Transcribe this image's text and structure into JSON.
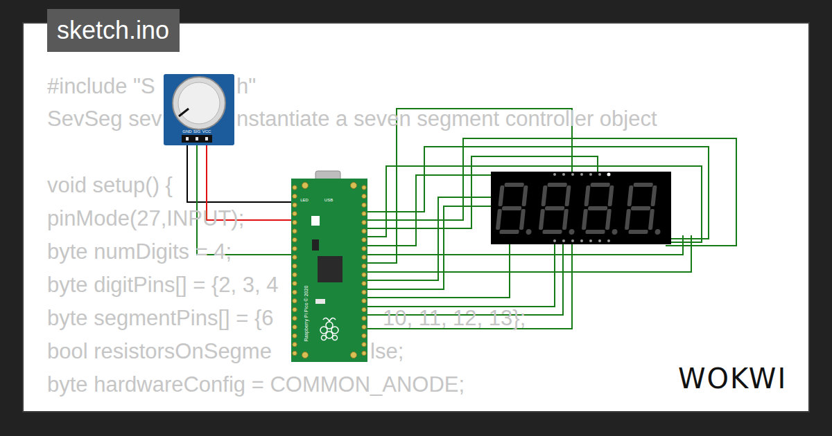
{
  "diagram": {
    "nodes": [
      {
        "text": [
          "sketch.ino"
        ]
      },
      {
        "text": [
          "GND",
          "SIG",
          "VCC"
        ]
      },
      {
        "text": [
          "LED",
          "USB",
          "Raspberry Pi Pico © 2020"
        ]
      }
    ],
    "edges": [
      {
        "from": 1,
        "to": 2,
        "arrow": "none"
      },
      {
        "from": 1,
        "to": 2,
        "arrow": "none"
      },
      {
        "from": 1,
        "to": 2,
        "arrow": "none"
      }
    ],
    "labels": [
      "#include \"S",
      "h\"",
      "SevSeg sev",
      "nstantiate a seven segment controller object",
      "void setup() {",
      "pinMode(27,INPUT);",
      "byte numDigits = 4;",
      "byte digitPins[] = {2, 3, 4",
      "byte segmentPins[] = {6",
      "10, 11, 12, 13};",
      "bool resistorsOnSegme",
      "lse;",
      "byte hardwareConfig = COMMON_ANODE;",
      "WOKWI"
    ]
  }
}
